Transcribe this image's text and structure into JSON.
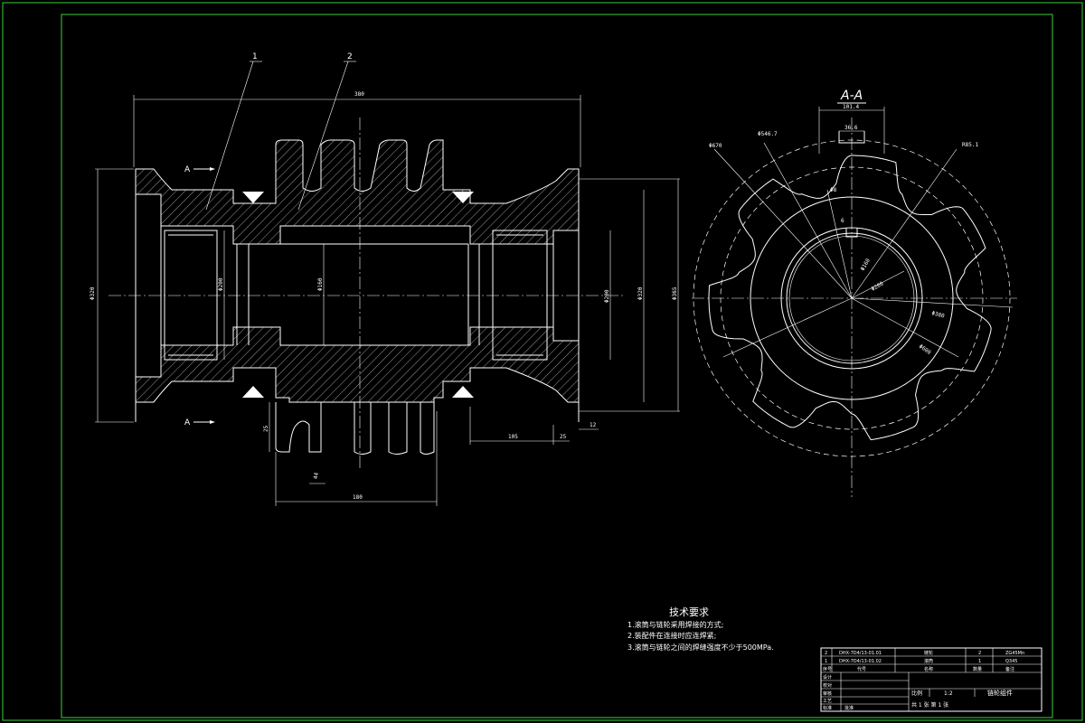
{
  "colors": {
    "background": "#000000",
    "lines": "#ffffff",
    "frame": "#3ad13a"
  },
  "section_view": {
    "part_labels": [
      "1",
      "2"
    ],
    "section_marks": [
      "A",
      "A"
    ],
    "dims": {
      "overall_length": "380",
      "left_dia": "Φ320",
      "bore_left": "Φ200",
      "bore_mid": "Φ160",
      "bore_right": "Φ200",
      "flange_right_1": "Φ320",
      "flange_right_2": "Φ365",
      "bottom_h": "25",
      "tooth_width": "44",
      "hub_length": "180",
      "right_len": "105",
      "right_small": "25",
      "right_end": "12"
    }
  },
  "sprocket_view": {
    "title": "A-A",
    "dims": {
      "top_width": "101.4",
      "key_width": "36.6",
      "outer": "Φ670",
      "pitch": "Φ546.7",
      "root": "R85.1",
      "small": "Φ8",
      "key": "6",
      "d1": "Φ160",
      "d2": "Φ200",
      "d3": "Φ380",
      "d4": "Φ600"
    }
  },
  "notes": {
    "heading": "技术要求",
    "items": [
      "1.滚筒与链轮采用焊接的方式;",
      "2.装配件在连接时应连焊紧;",
      "3.滚筒与链轮之间的焊缝强度不少于500MPa."
    ]
  },
  "title_block": {
    "rows": [
      [
        "2",
        "DHX-7D4/13-01.01",
        "链轮",
        "2",
        "ZG45Mn"
      ],
      [
        "1",
        "DHX-7D4/13-01.02",
        "滚筒",
        "1",
        "Q345"
      ],
      [
        "序号",
        "代号",
        "名称",
        "数量",
        "备注"
      ]
    ],
    "side_labels": [
      "设计",
      "校对",
      "审核",
      "工艺",
      "标准",
      "批准"
    ],
    "scale_label": "比例",
    "scale_value": "1:2",
    "part_name": "链轮组件",
    "sheet": "共 1 张  第 1 张"
  }
}
